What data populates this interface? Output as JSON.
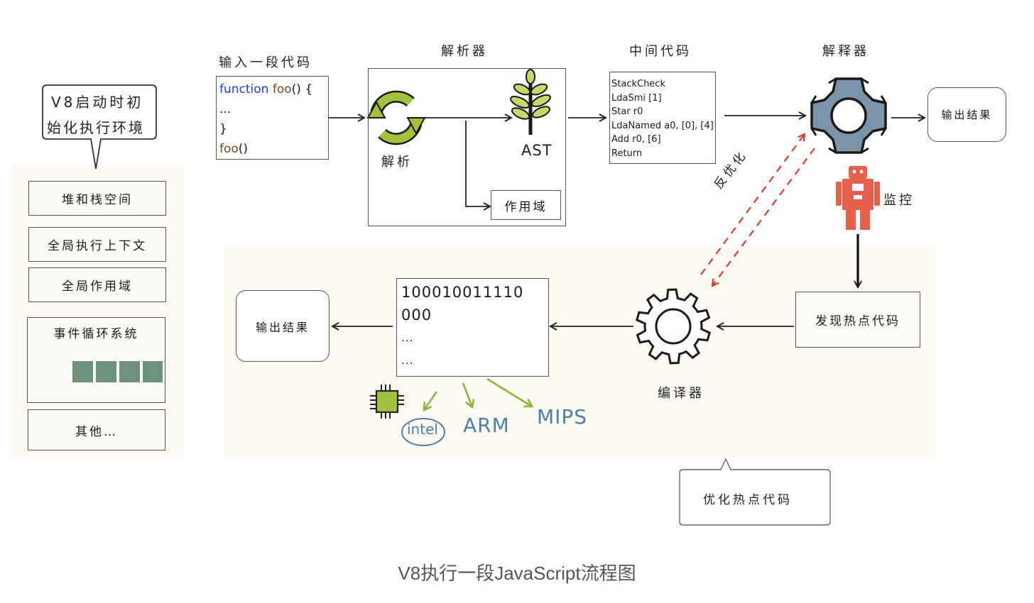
{
  "caption": "V8执行一段JavaScript流程图",
  "init_env": {
    "bubble_line1": "V8启动时初",
    "bubble_line2": "始化执行环境",
    "items": [
      {
        "label": "堆和栈空间"
      },
      {
        "label": "全局执行上下文"
      },
      {
        "label": "全局作用域"
      },
      {
        "label": "事件循环系统"
      },
      {
        "label": "其他…"
      }
    ],
    "event_queue_slots": 4
  },
  "input_code": {
    "title": "输入一段代码",
    "lines": [
      {
        "keyword": "function",
        "name": "foo",
        "rest": "() {"
      },
      {
        "text": "..."
      },
      {
        "text": "}"
      },
      {
        "name": "foo",
        "rest": "()"
      }
    ]
  },
  "parser": {
    "title": "解析器",
    "parse_label": "解析",
    "ast_label": "AST",
    "scope_label": "作用域"
  },
  "bytecode": {
    "title": "中间代码",
    "lines": [
      "StackCheck",
      "LdaSmi [1]",
      "Star r0",
      "LdaNamed a0, [0], [4]",
      "Add r0, [6]",
      "Return"
    ]
  },
  "interpreter": {
    "title": "解释器",
    "output_label": "输出结果",
    "monitor_label": "监控",
    "deopt_label": "反优化"
  },
  "compiler": {
    "title": "编译器",
    "hot_code_label": "发现热点代码",
    "optimize_label": "优化热点代码",
    "output_label": "输出结果",
    "machine_code_lines": [
      "100010011110",
      "000",
      "...",
      "..."
    ],
    "architectures": [
      "intel",
      "ARM",
      "MIPS"
    ]
  },
  "colors": {
    "panel_bg": "#fcfaf3",
    "green": "#a3c13a",
    "gear_blue": "#7b94aa",
    "robot_red": "#e5604a",
    "deopt_red": "#e23a2a",
    "queue_green": "#6e917b",
    "arch_blue": "#4e7ea5"
  }
}
